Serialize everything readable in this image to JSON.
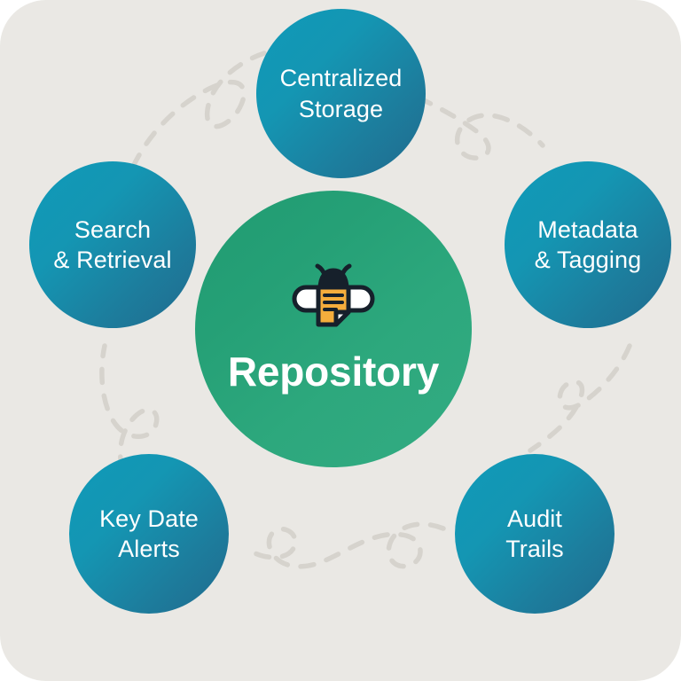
{
  "diagram": {
    "title": "Repository",
    "background_color": "#eae8e4",
    "center": {
      "label": "Repository",
      "icon": "bee-document-icon",
      "color_start": "#209b72",
      "color_end": "#33ab82"
    },
    "connector": {
      "style": "dashed-curved-loop",
      "color": "#d6d3cd"
    },
    "nodes": [
      {
        "id": "centralized-storage",
        "label": "Centralized\nStorage",
        "line1": "Centralized",
        "line2": "Storage"
      },
      {
        "id": "metadata-tagging",
        "label": "Metadata\n& Tagging",
        "line1": "Metadata",
        "line2": "& Tagging"
      },
      {
        "id": "audit-trails",
        "label": "Audit\nTrails",
        "line1": "Audit",
        "line2": "Trails"
      },
      {
        "id": "key-date-alerts",
        "label": "Key Date\nAlerts",
        "line1": "Key Date",
        "line2": "Alerts"
      },
      {
        "id": "search-retrieval",
        "label": "Search\n& Retrieval",
        "line1": "Search",
        "line2": "& Retrieval"
      }
    ],
    "node_color_start": "#0f99b8",
    "node_color_end": "#1f6a8e"
  }
}
